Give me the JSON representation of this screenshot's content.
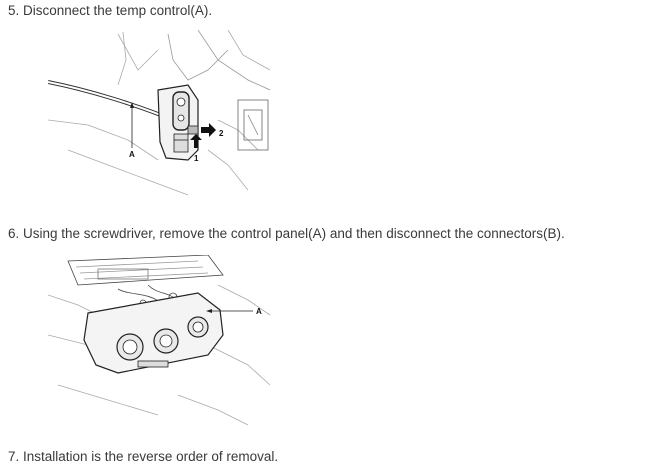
{
  "steps": [
    {
      "text": "5. Disconnect the temp control(A)."
    },
    {
      "text": "6. Using the screwdriver, remove the control panel(A) and then disconnect the connectors(B)."
    },
    {
      "text": "7. Installation is the reverse order of removal."
    }
  ],
  "figures": {
    "temp_control": {
      "callouts": {
        "a": "A",
        "one": "1",
        "two": "2"
      }
    },
    "control_panel": {
      "callouts": {
        "a": "A"
      }
    }
  }
}
